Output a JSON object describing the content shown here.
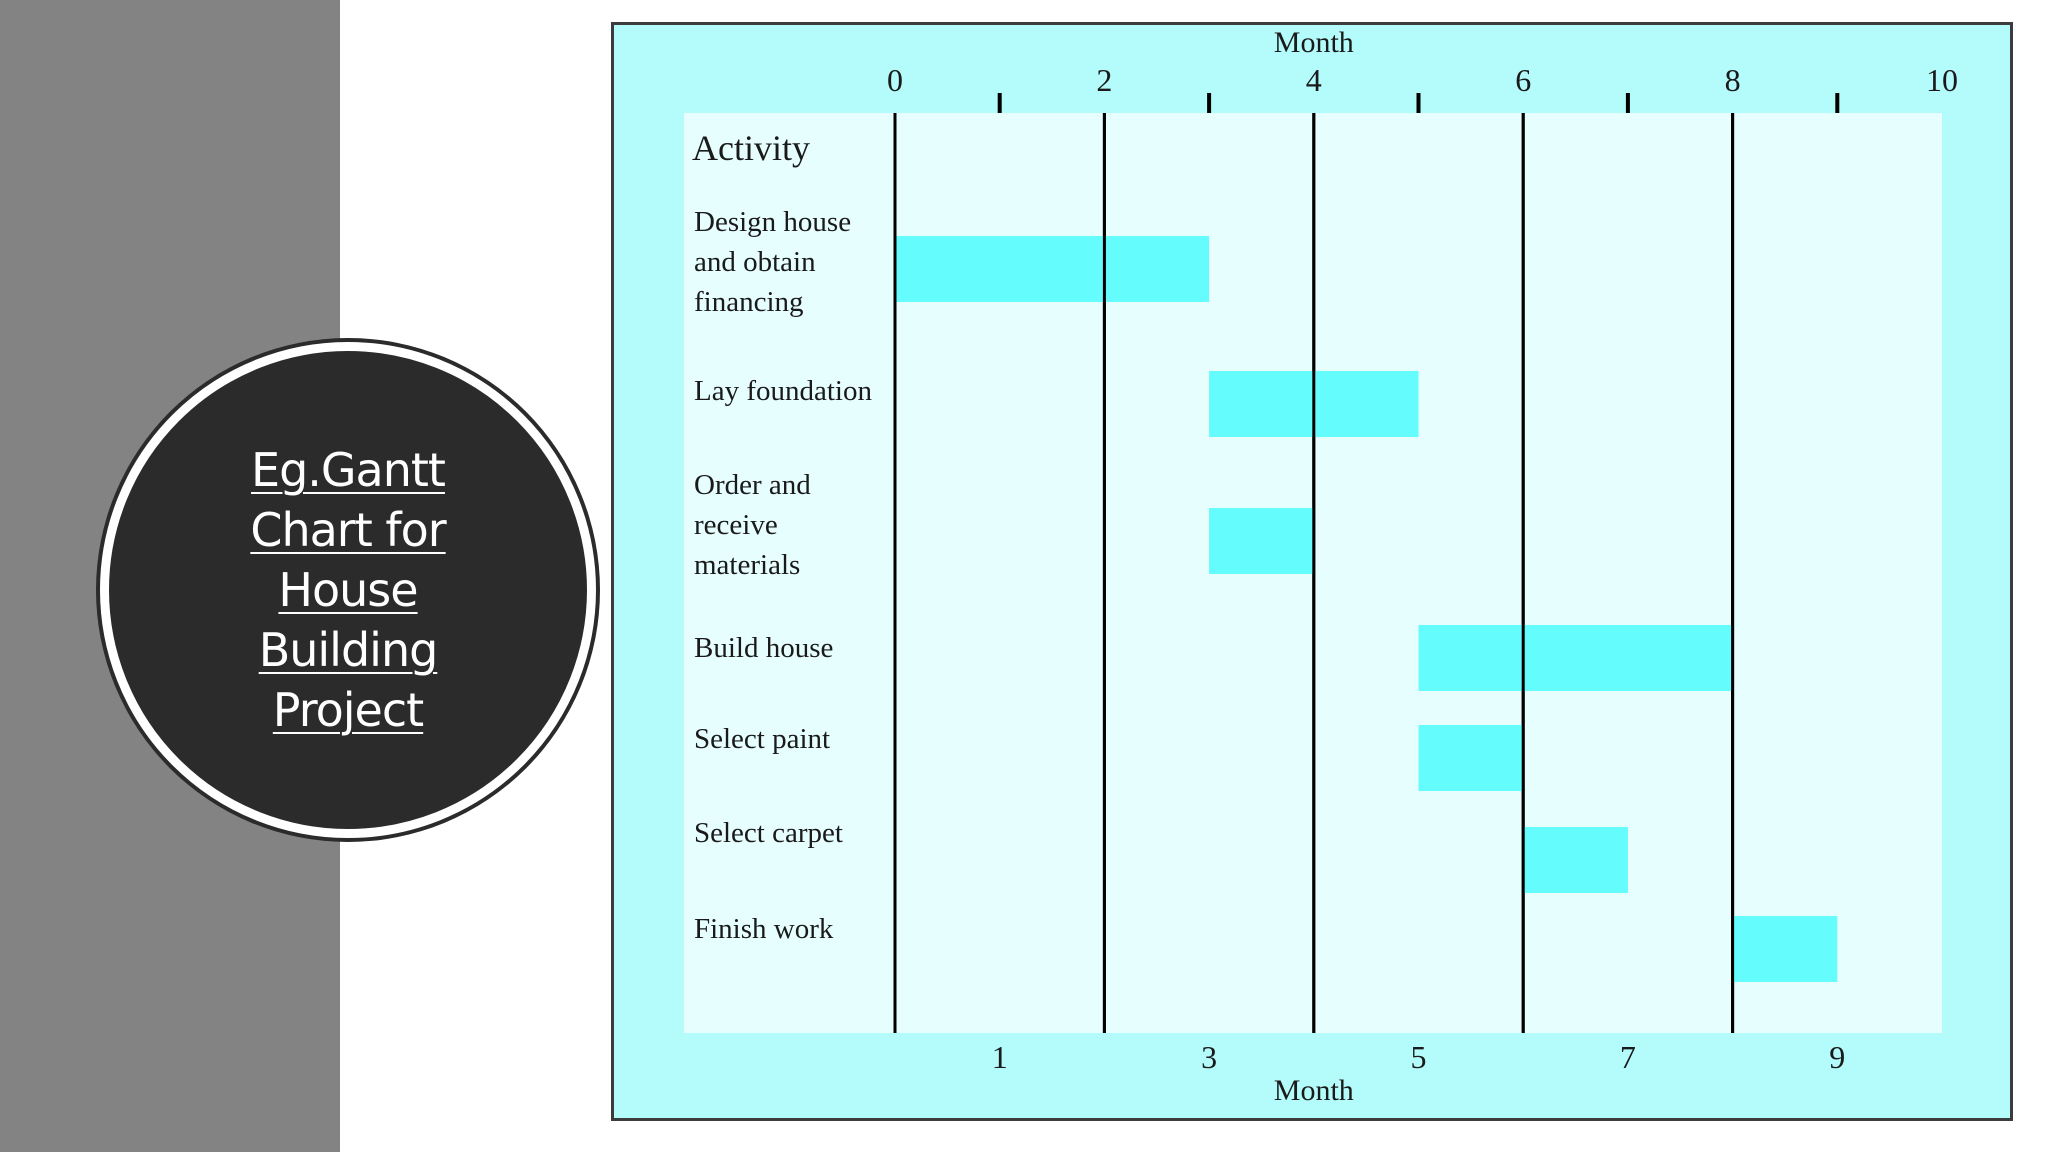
{
  "slide": {
    "title_lines": [
      "Eg.Gantt",
      "Chart for",
      "House",
      "Building",
      "Project"
    ]
  },
  "colors": {
    "left_band": "#838383",
    "circle": "#2b2b2b",
    "frame_bg": "#b4fcfc",
    "panel_bg": "#e6fefe",
    "bar": "#64fcfc",
    "grid": "#000000"
  },
  "chart_data": {
    "type": "gantt",
    "title": "",
    "activity_header": "Activity",
    "top_axis": {
      "label": "Month",
      "ticks": [
        "0",
        "2",
        "4",
        "6",
        "8",
        "10"
      ]
    },
    "bottom_axis": {
      "label": "Month",
      "ticks": [
        "1",
        "3",
        "5",
        "7",
        "9"
      ]
    },
    "xlim": [
      0,
      10
    ],
    "grid": "vertical lines at even months",
    "tasks": [
      {
        "name": "Design house and obtain financing",
        "label_lines": [
          "Design house",
          "and obtain",
          "financing"
        ],
        "start": 0,
        "end": 3
      },
      {
        "name": "Lay foundation",
        "label_lines": [
          "Lay foundation"
        ],
        "start": 3,
        "end": 5
      },
      {
        "name": "Order and receive materials",
        "label_lines": [
          "Order and",
          "receive",
          "materials"
        ],
        "start": 3,
        "end": 4
      },
      {
        "name": "Build house",
        "label_lines": [
          "Build house"
        ],
        "start": 5,
        "end": 8
      },
      {
        "name": "Select paint",
        "label_lines": [
          "Select paint"
        ],
        "start": 5,
        "end": 6
      },
      {
        "name": "Select carpet",
        "label_lines": [
          "Select carpet"
        ],
        "start": 6,
        "end": 7
      },
      {
        "name": "Finish work",
        "label_lines": [
          "Finish work"
        ],
        "start": 8,
        "end": 9
      }
    ]
  }
}
